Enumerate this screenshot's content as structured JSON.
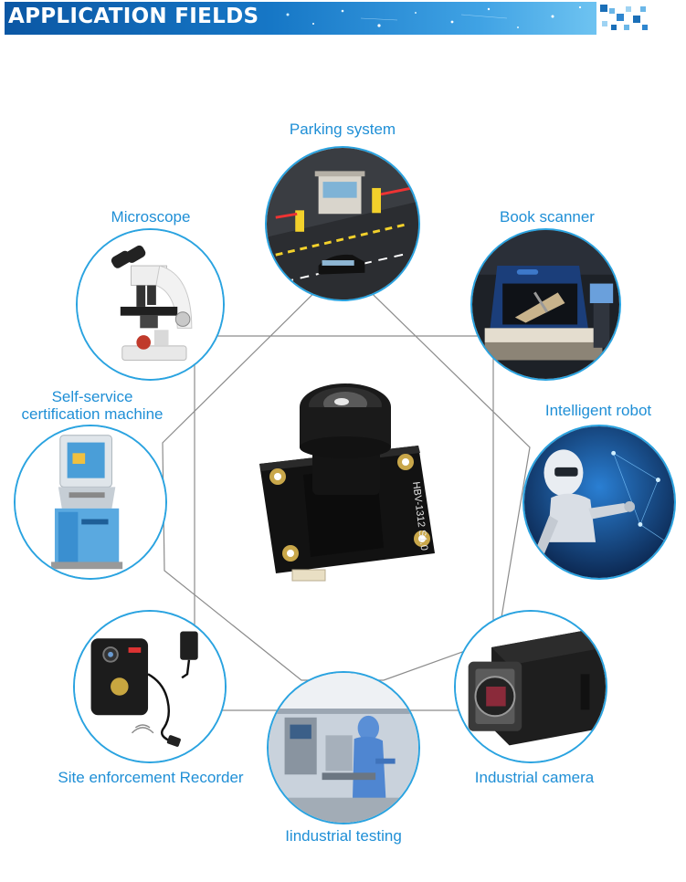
{
  "header": {
    "title": "APPLICATION FIELDS"
  },
  "center": {
    "board_text": "HBV-1312 S1.0"
  },
  "fields": [
    {
      "id": "parking",
      "label": "Parking system"
    },
    {
      "id": "microscope",
      "label": "Microscope"
    },
    {
      "id": "book-scanner",
      "label": "Book scanner"
    },
    {
      "id": "self-service",
      "label_line1": "Self-service",
      "label_line2": "certification machine"
    },
    {
      "id": "robot",
      "label": "Intelligent robot"
    },
    {
      "id": "recorder",
      "label": "Site enforcement Recorder"
    },
    {
      "id": "testing",
      "label": "Iindustrial testing"
    },
    {
      "id": "camera",
      "label": "Industrial camera"
    }
  ],
  "colors": {
    "accent": "#2aa3e0",
    "label": "#1f8fd6",
    "banner_start": "#0b57a4",
    "banner_end": "#6ec3f1",
    "line": "#8c8c8c"
  }
}
